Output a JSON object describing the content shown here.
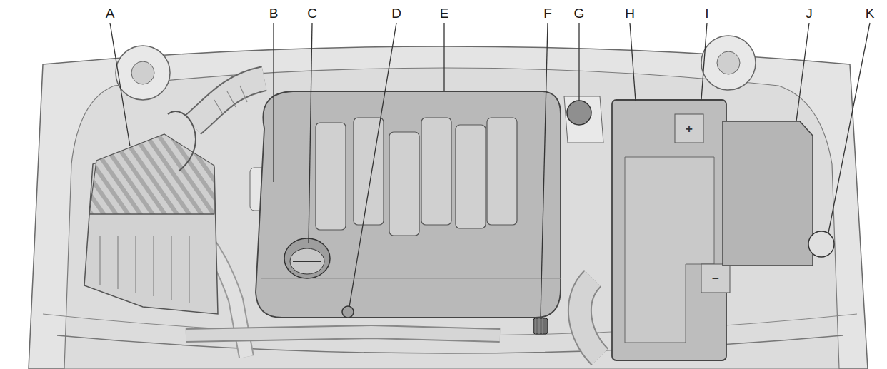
{
  "diagram": {
    "labels": [
      "A",
      "B",
      "C",
      "D",
      "E",
      "F",
      "G",
      "H",
      "I",
      "J",
      "K",
      "+",
      "−"
    ]
  }
}
